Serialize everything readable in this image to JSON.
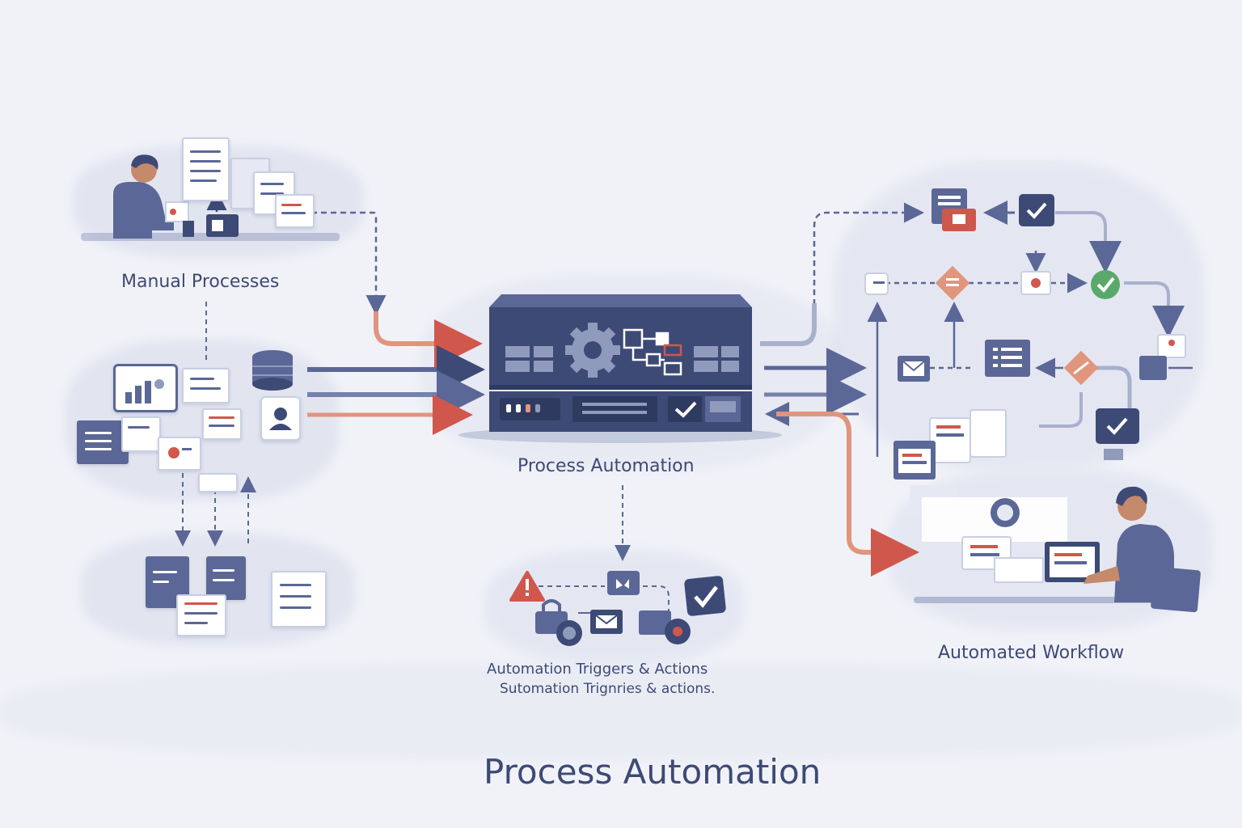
{
  "title": "Process Automation",
  "sections": {
    "manual": {
      "label": "Manual Processes"
    },
    "hub": {
      "label": "Process Automation"
    },
    "triggers": {
      "label_line1": "Automation Triggers & Actions",
      "label_line2": "Sutomation Trignries & actions."
    },
    "workflow": {
      "label": "Automated Workflow"
    }
  },
  "icons": {
    "hub": [
      "gear-icon",
      "flowchart-icon",
      "check-icon"
    ],
    "triggers": [
      "warning-icon",
      "chat-icon",
      "check-icon",
      "mail-icon",
      "lock-icon",
      "camera-icon"
    ],
    "workflow": [
      "check-icon",
      "mail-icon",
      "decision-diamond-icon",
      "list-icon",
      "chat-icon"
    ]
  },
  "colors": {
    "navy": "#3d4a75",
    "slate": "#5b6796",
    "accent_red": "#d0574c",
    "accent_orange": "#e0957c",
    "success_green": "#5ba86b",
    "panel_bg": "#e6e9f3"
  }
}
